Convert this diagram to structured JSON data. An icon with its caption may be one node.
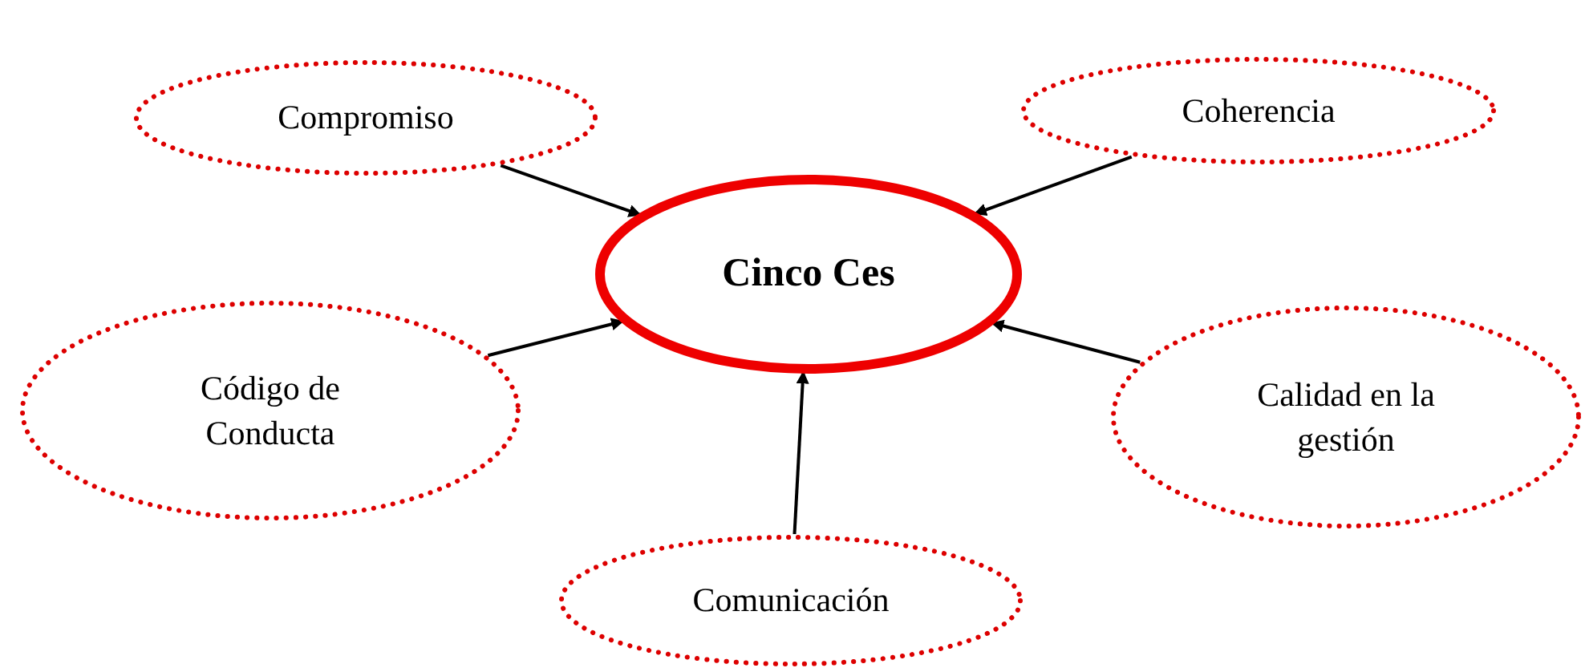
{
  "diagram": {
    "nodes": [
      {
        "text": [
          "Cinco Ces"
        ]
      },
      {
        "text": [
          "Compromiso"
        ]
      },
      {
        "text": [
          "Coherencia"
        ]
      },
      {
        "text": [
          "Código de Conducta"
        ]
      },
      {
        "text": [
          "Calidad en la gestión"
        ]
      },
      {
        "text": [
          "Comunicación"
        ]
      }
    ],
    "edges": [
      {
        "from": 1,
        "to": 0,
        "arrow": "to"
      },
      {
        "from": 2,
        "to": 0,
        "arrow": "to"
      },
      {
        "from": 3,
        "to": 0,
        "arrow": "to"
      },
      {
        "from": 4,
        "to": 0,
        "arrow": "to"
      },
      {
        "from": 5,
        "to": 0,
        "arrow": "to"
      }
    ]
  }
}
